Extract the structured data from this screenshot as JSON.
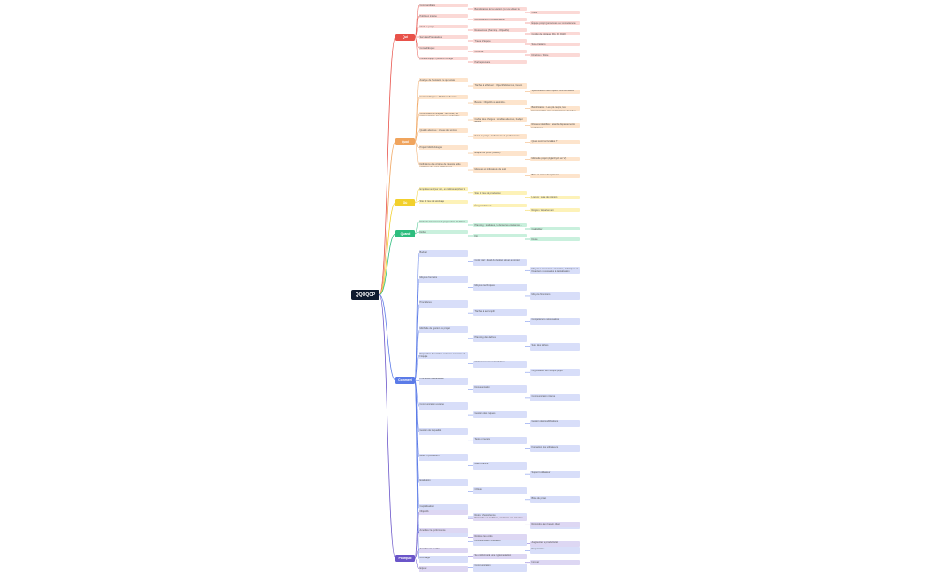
{
  "root": {
    "label": "QQOQCP"
  },
  "colors": {
    "qui": "#e8524a",
    "quoi": "#f0a45d",
    "ou": "#f2d02c",
    "quand": "#2dbd7e",
    "comment": "#5b7be8",
    "pourquoi": "#6a55c9"
  },
  "branches": [
    {
      "key": "qui",
      "label": "Qui"
    },
    {
      "key": "quoi",
      "label": "Quoi"
    },
    {
      "key": "ou",
      "label": "Où"
    },
    {
      "key": "quand",
      "label": "Quand"
    },
    {
      "key": "comment",
      "label": "Comment"
    },
    {
      "key": "pourquoi",
      "label": "Pourquoi"
    }
  ],
  "nodes": {
    "qui": [
      {
        "t": "Commanditaire"
      },
      {
        "t": "Bénéficiaires de la solution (qui va utiliser le livrable ? Qui sont impactés ? / parties prenantes impactées ?)"
      },
      {
        "t": "Client"
      },
      {
        "t": "Public en interne"
      },
      {
        "t": "Actionnaires et collaborateurs"
      },
      {
        "t": "Équipe projet (personnes aux compétences nécessaires)"
      },
      {
        "t": "Chef de projet"
      },
      {
        "t": "Ressources (Planning - Objectifs)"
      },
      {
        "t": "Comité de pilotage (DG, DI, DAF)"
      },
      {
        "t": "Services/Prestataires"
      },
      {
        "t": "Travail d'équipe"
      },
      {
        "t": "Sous-traitants"
      },
      {
        "t": "Conseil/Expert"
      },
      {
        "t": "Contrôle"
      },
      {
        "t": "Direction / Pilote"
      },
      {
        "t": "Pilote d'équipe / pilote en charge"
      },
      {
        "t": "Partie prenante"
      }
    ],
    "quoi": [
      {
        "t": "Analyse de l'existant (ce qui existe actuellement dans l'entreprise, les problèmes actuels rencontrés)"
      },
      {
        "t": "Tâches à effectuer : Objectifs/Attendus, besoin"
      },
      {
        "t": "Spécifications techniques - fonctionnelles"
      },
      {
        "t": "Contexte/Enjeux : Problème/Besoin"
      },
      {
        "t": "Besoin : Objectifs à atteindre..."
      },
      {
        "t": "Bénéficiaires : Les pré-requis, les fonctionnalités / les améliorations attendues par le client"
      },
      {
        "t": "Contraintes techniques : les outils, la réglementation, les normes applicables"
      },
      {
        "t": "Cahier des charges : livrables attendus, budget alloué"
      },
      {
        "t": "Risques identifiés : retards, dépassements, techniques"
      },
      {
        "t": "Qualité attendue : niveau de service"
      },
      {
        "t": "Suivi du projet : indicateurs de performance"
      },
      {
        "t": "Quels sont les livrables ?"
      },
      {
        "t": "Projet / Méthodologie"
      },
      {
        "t": "Etapes du projet (Jalons)"
      },
      {
        "t": "Méthode projet (Agile/Cycle en V)"
      },
      {
        "t": "Définitions des critères de réussite et de validation du projet (indicateurs)"
      },
      {
        "t": "Mesures et indicateurs de suivi"
      },
      {
        "t": "Bilan et retour d'expérience"
      }
    ],
    "ou": [
      {
        "t": "Emplacement (sur site, en télétravail, chez le client, en extérieur...)"
      },
      {
        "t": "Site 1 : lieu de production"
      },
      {
        "t": "Locaux : salle de réunion"
      },
      {
        "t": "Site 2 : lieu de stockage"
      },
      {
        "t": "Étage / bâtiment"
      },
      {
        "t": "Région / département"
      }
    ],
    "quand": [
      {
        "t": "Délai de lancement du projet (date de début, date de fin prévisionnelle)"
      },
      {
        "t": "Planning : les dates, la durée, les échéances..."
      },
      {
        "t": "Calendrier"
      },
      {
        "t": "Début"
      },
      {
        "t": "Fin"
      },
      {
        "t": "Durée"
      }
    ],
    "comment": [
      {
        "t": "Budget"
      },
      {
        "t": "Coût total : détail du budget alloué au projet"
      },
      {
        "t": "Moyens / ressources : humains, techniques et financiers nécessaires à la réalisation"
      },
      {
        "t": "Moyens humains"
      },
      {
        "t": "Moyens techniques"
      },
      {
        "t": "Moyens financiers"
      },
      {
        "t": "Procédures"
      },
      {
        "t": "Tâches à accomplir"
      },
      {
        "t": "Compétences nécessaires"
      },
      {
        "t": "Méthode de gestion de projet"
      },
      {
        "t": "Planning des tâches"
      },
      {
        "t": "Suivi des tâches"
      },
      {
        "t": "Répartition des tâches entre les membres de l'équipe"
      },
      {
        "t": "Ordonnancement des tâches"
      },
      {
        "t": "Organisation de l'équipe projet"
      },
      {
        "t": "Processus de validation"
      },
      {
        "t": "Documentation"
      },
      {
        "t": "Communication interne"
      },
      {
        "t": "Communication externe"
      },
      {
        "t": "Gestion des risques"
      },
      {
        "t": "Gestion des modifications"
      },
      {
        "t": "Gestion de la qualité"
      },
      {
        "t": "Tests et recette"
      },
      {
        "t": "Formation des utilisateurs"
      },
      {
        "t": "Mise en production"
      },
      {
        "t": "Maintenance"
      },
      {
        "t": "Support utilisateur"
      },
      {
        "t": "Évaluation"
      },
      {
        "t": "Clôture"
      },
      {
        "t": "Bilan du projet"
      },
      {
        "t": "Capitalisation"
      },
      {
        "t": "Retour d'expérience"
      },
      {
        "t": "Livrables"
      },
      {
        "t": "Documentation technique"
      },
      {
        "t": "Documentation utilisateur"
      },
      {
        "t": "Rapport final"
      },
      {
        "t": "Archivage"
      },
      {
        "t": "Communication"
      }
    ],
    "pourquoi": [
      {
        "t": "Objectifs"
      },
      {
        "t": "Résoudre un problème, améliorer une situation"
      },
      {
        "t": "Répondre à un besoin client"
      },
      {
        "t": "Améliorer la performance"
      },
      {
        "t": "Réduire les coûts"
      },
      {
        "t": "Augmenter la productivité"
      },
      {
        "t": "Améliorer la qualité"
      },
      {
        "t": "Se conformer à une réglementation"
      },
      {
        "t": "Innover"
      },
      {
        "t": "Enjeux"
      }
    ]
  }
}
